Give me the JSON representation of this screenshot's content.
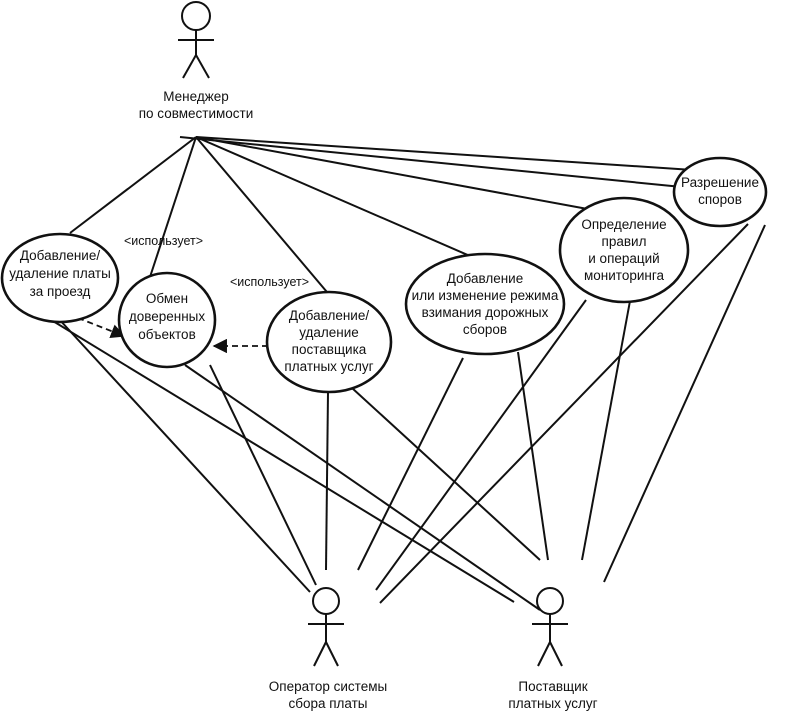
{
  "diagram": {
    "actors": {
      "manager": [
        "Менеджер",
        "по совместимости"
      ],
      "operator": [
        "Оператор системы",
        "сбора платы"
      ],
      "provider": [
        "Поставщик",
        "платных услуг"
      ]
    },
    "use_cases": {
      "add_remove_fee": [
        "Добавление/",
        "удаление платы",
        "за проезд"
      ],
      "exchange_trusted": [
        "Обмен",
        "доверенных",
        "объектов"
      ],
      "add_remove_provider": [
        "Добавление/",
        "удаление",
        "поставщика",
        "платных услуг"
      ],
      "add_change_mode": [
        "Добавление",
        "или изменение режима",
        "взимания дорожных",
        "сборов"
      ],
      "define_rules": [
        "Определение",
        "правил",
        "и операций",
        "мониторинга"
      ],
      "resolve_disputes": [
        "Разрешение",
        "споров"
      ]
    },
    "stereotypes": {
      "uses_1": "<использует>",
      "uses_2": "<использует>"
    }
  }
}
